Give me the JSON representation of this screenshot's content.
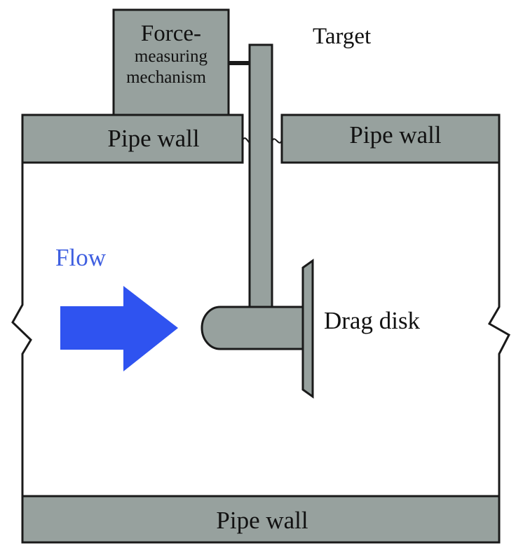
{
  "labels": {
    "force_line1": "Force-",
    "force_line2": "measuring",
    "force_line3": "mechanism",
    "target": "Target",
    "pipe_wall_top_left": "Pipe wall",
    "pipe_wall_top_right": "Pipe wall",
    "pipe_wall_bottom": "Pipe wall",
    "flow": "Flow",
    "drag_disk": "Drag disk"
  },
  "colors": {
    "wall_fill": "#97a19e",
    "stroke": "#1a1a1a",
    "flow_text": "#3f5fe0",
    "flow_arrow": "#2f53f0"
  }
}
